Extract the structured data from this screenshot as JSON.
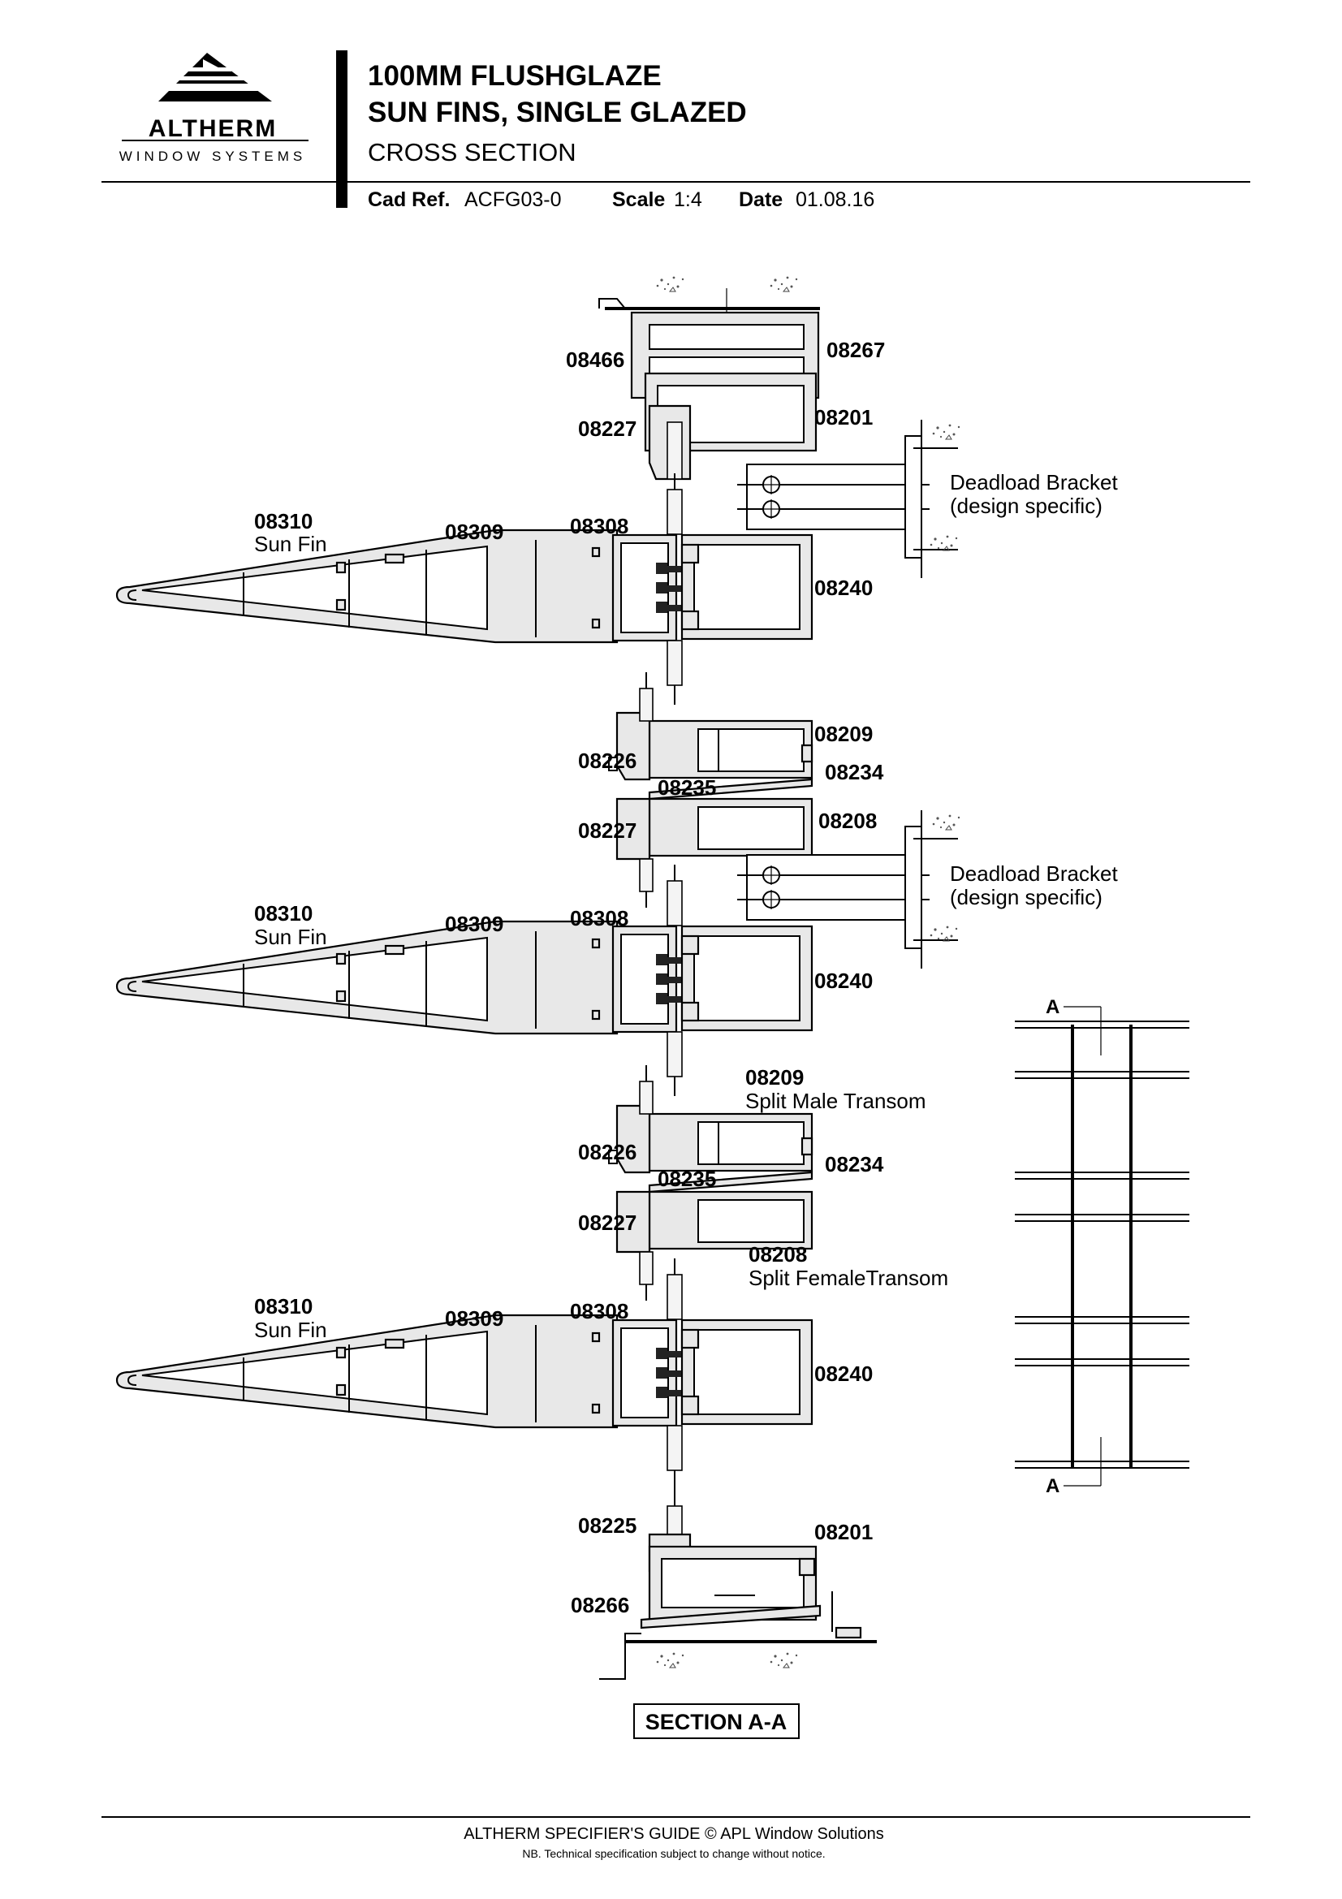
{
  "header": {
    "logo_brand": "ALTHERM",
    "logo_sub": "WINDOW SYSTEMS",
    "title_line1": "100MM FLUSHGLAZE",
    "title_line2": "SUN FINS, SINGLE GLAZED",
    "title_line3": "CROSS SECTION",
    "cad_ref_label": "Cad Ref.",
    "cad_ref_value": "ACFG03-0",
    "scale_label": "Scale",
    "scale_value": "1:4",
    "date_label": "Date",
    "date_value": "01.08.16"
  },
  "labels": {
    "head_left": "08466",
    "head_right": "08267",
    "head_mull_left": "08227",
    "head_mull_right": "08201",
    "bracket1_line1": "Deadload Bracket",
    "bracket1_line2": "(design specific)",
    "fin1_code": "08310",
    "fin1_name": "Sun Fin",
    "fin1_mid": "08309",
    "fin1_adaptor": "08308",
    "fin1_mullion": "08240",
    "t1_male": "08209",
    "t1_bead": "08226",
    "t1_insert": "08235",
    "t1_clip": "08234",
    "t1_female_left": "08227",
    "t1_female": "08208",
    "bracket2_line1": "Deadload Bracket",
    "bracket2_line2": "(design specific)",
    "fin2_code": "08310",
    "fin2_name": "Sun Fin",
    "fin2_mid": "08309",
    "fin2_adaptor": "08308",
    "fin2_mullion": "08240",
    "t2_male": "08209",
    "t2_male_name": "Split Male Transom",
    "t2_bead": "08226",
    "t2_insert": "08235",
    "t2_clip": "08234",
    "t2_female_left": "08227",
    "t2_female": "08208",
    "t2_female_name": "Split FemaleTransom",
    "fin3_code": "08310",
    "fin3_name": "Sun Fin",
    "fin3_mid": "08309",
    "fin3_adaptor": "08308",
    "fin3_mullion": "08240",
    "sill_left": "08225",
    "sill_right": "08201",
    "sill_bottom": "08266",
    "section_title": "SECTION A-A",
    "elev_mark_top": "A",
    "elev_mark_bottom": "A"
  },
  "footer": {
    "line1": "ALTHERM SPECIFIER'S GUIDE  ©  APL Window Solutions",
    "line2": "NB. Technical specification subject to change without notice."
  }
}
